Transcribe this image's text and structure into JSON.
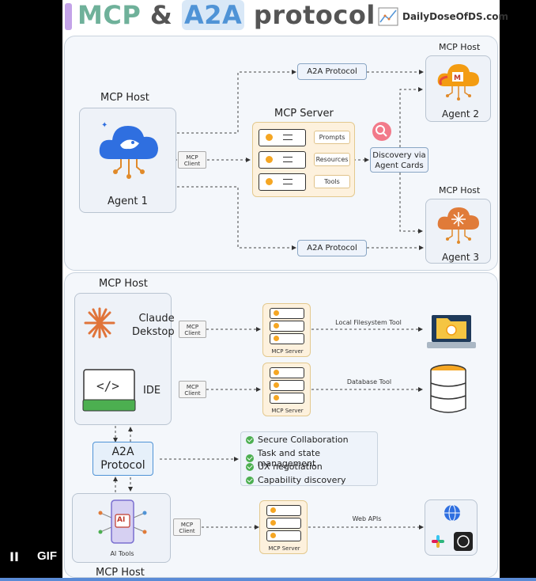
{
  "title": {
    "part1": "MCP",
    "amp": "&",
    "part2": "A2A",
    "part3": "protocol"
  },
  "brand": "DailyDoseOfDS.com",
  "top": {
    "host_label": "MCP Host",
    "agent1": "Agent 1",
    "mcp_client": [
      "MCP",
      "Client"
    ],
    "server_label": "MCP Server",
    "features": [
      "Prompts",
      "Resources",
      "Tools"
    ],
    "discovery": [
      "Discovery via",
      "Agent Cards"
    ],
    "a2a_top": "A2A Protocol",
    "a2a_bottom": "A2A Protocol",
    "agent2_host": "MCP Host",
    "agent2": "Agent 2",
    "agent3_host": "MCP Host",
    "agent3": "Agent 3"
  },
  "bottom": {
    "host_top_label": "MCP Host",
    "claude": [
      "Claude",
      "Dekstop"
    ],
    "ide": "IDE",
    "mcp_client": [
      "MCP",
      "Client"
    ],
    "server_small": "MCP Server",
    "link_fs": "Local Filesystem Tool",
    "link_db": "Database Tool",
    "link_web": "Web APIs",
    "a2a": [
      "A2A",
      "Protocol"
    ],
    "capabilities": [
      "Secure Collaboration",
      "Task and state management",
      "UX negotiation",
      "Capability discovery"
    ],
    "ai_tools": "AI Tools",
    "ai_badge": "AI",
    "host_bottom_label": "MCP Host"
  },
  "player": {
    "pause": "II",
    "gif": "GIF"
  },
  "colors": {
    "mcp": "#6fb19a",
    "a2a": "#4f93d6",
    "server_fill": "#fdf1dd",
    "dot": "#f5a623",
    "agent1": "#2f6fe0",
    "agent2": "#f39c12",
    "agent3": "#e07b39"
  }
}
